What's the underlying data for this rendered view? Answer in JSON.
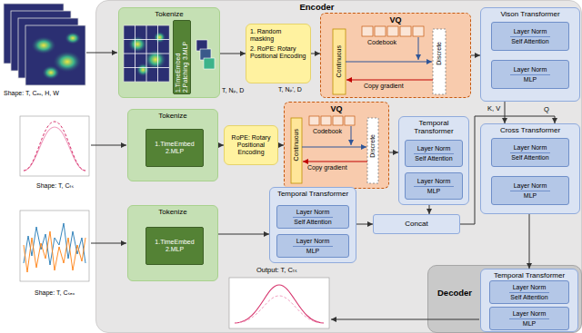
{
  "diagram": {
    "nodes": [
      {
        "text": [
          "Encoder"
        ]
      },
      {
        "text": [
          "Tokenize"
        ],
        "in": 0
      },
      {
        "text": [
          "1.TimeEmbed",
          "2.Patching",
          "3.MLP"
        ],
        "in": 1
      },
      {
        "text": [
          "1. Random masking",
          "2. RoPE: Rotary Positional Encoding"
        ],
        "in": 0
      },
      {
        "text": [
          "VQ"
        ],
        "in": 0
      },
      {
        "text": [
          "Vison Transformer"
        ],
        "in": 0
      },
      {
        "text": [
          "Layer Norm",
          "Self Attention"
        ],
        "in": 5
      },
      {
        "text": [
          "Layer Norm",
          "MLP"
        ],
        "in": 5
      },
      {
        "text": [
          "Tokenize"
        ],
        "in": 0
      },
      {
        "text": [
          "1.TimeEmbed",
          "2.MLP"
        ],
        "in": 8
      },
      {
        "text": [
          "RoPE: Rotary Positional Encoding"
        ],
        "in": 0
      },
      {
        "text": [
          "VQ"
        ],
        "in": 0
      },
      {
        "text": [
          "Temporal Transformer"
        ],
        "in": 0
      },
      {
        "text": [
          "Layer Norm",
          "Self Attention"
        ],
        "in": 12
      },
      {
        "text": [
          "Layer Norm",
          "MLP"
        ],
        "in": 12
      },
      {
        "text": [
          "Cross Transformer"
        ],
        "in": 0
      },
      {
        "text": [
          "Layer Norm",
          "Self Attention"
        ],
        "in": 15
      },
      {
        "text": [
          "Layer Norm",
          "MLP"
        ],
        "in": 15
      },
      {
        "text": [
          "Tokenize"
        ],
        "in": 0
      },
      {
        "text": [
          "1.TimeEmbed",
          "2.MLP"
        ],
        "in": 18
      },
      {
        "text": [
          "Temporal Transformer"
        ],
        "in": 0
      },
      {
        "text": [
          "Layer Norm",
          "Self Attention"
        ],
        "in": 20
      },
      {
        "text": [
          "Layer Norm",
          "MLP"
        ],
        "in": 20
      },
      {
        "text": [
          "Concat"
        ],
        "in": 0
      },
      {
        "text": [
          "Decoder"
        ]
      },
      {
        "text": [
          "Temporal Transformer"
        ],
        "in": 24
      },
      {
        "text": [
          "Layer Norm",
          "Self Attention"
        ],
        "in": 25
      },
      {
        "text": [
          "Layer Norm",
          "MLP"
        ],
        "in": 25
      }
    ],
    "edges": [
      {
        "from": 1,
        "to": 3,
        "arrow": "to"
      },
      {
        "from": 3,
        "to": 4,
        "arrow": "to"
      },
      {
        "from": 4,
        "to": 5,
        "arrow": "to"
      },
      {
        "from": 5,
        "to": 15,
        "label": "K, V",
        "arrow": "to"
      },
      {
        "from": 8,
        "to": 10,
        "arrow": "to"
      },
      {
        "from": 10,
        "to": 11,
        "arrow": "to"
      },
      {
        "from": 11,
        "to": 12,
        "arrow": "to"
      },
      {
        "from": 12,
        "to": 23,
        "arrow": "to"
      },
      {
        "from": 18,
        "to": 20,
        "arrow": "to"
      },
      {
        "from": 20,
        "to": 23,
        "arrow": "to"
      },
      {
        "from": 23,
        "to": 15,
        "label": "Q",
        "arrow": "to"
      },
      {
        "from": 15,
        "to": 25,
        "arrow": "to"
      }
    ],
    "labels": [
      "Shape: T, Cₑₓ, H, W",
      "Shape: T, Cₜₛ",
      "Shape: T, Cₛₑₓ",
      "T, Nₚ, D",
      "T, Nₚ', D",
      "Continuous",
      "Codebook",
      "Discrete",
      "Copy gradient",
      "Continuous",
      "Codebook",
      "Discrete",
      "Copy gradient",
      "Output: T, Cₜₛ"
    ]
  }
}
